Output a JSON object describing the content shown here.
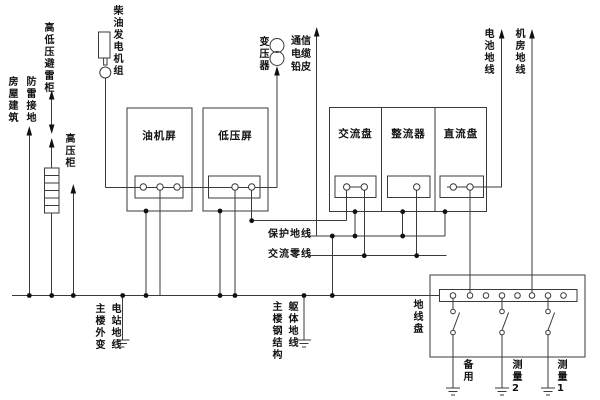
{
  "colors": {
    "background": "#ffffff",
    "line": "#3a3a3a",
    "text": "#111111"
  },
  "labels": {
    "building_ground_col1": "房屋建筑",
    "building_ground_col2": "防雷接地",
    "hv_lv_arrester_cabinet": "高低压避雷柜",
    "hv_cabinet": "高压柜",
    "diesel_generator_set": "柴油发电机组",
    "transformer": "变压器",
    "comm_cable_row1": "通信",
    "comm_cable_row2": "电缆",
    "comm_cable_row3": "铅皮",
    "battery_ground": "电池地线",
    "room_ground": "机房地线",
    "protective_ground": "保护地线",
    "ac_neutral": "交流零线",
    "main_bldg_ext_transformer": "主楼外变",
    "station_ground": "电站地线",
    "main_bldg_steel_structure": "主楼钢结构",
    "structure_ground": "躯体地线",
    "ground_panel": "地线盘",
    "spare": "备用",
    "measure_2": "测量2",
    "measure_1": "测量1",
    "panel_oil": "油机屏",
    "panel_lv": "低压屏",
    "panel_ac": "交流盘",
    "panel_rectifier": "整流器",
    "panel_dc": "直流盘"
  }
}
